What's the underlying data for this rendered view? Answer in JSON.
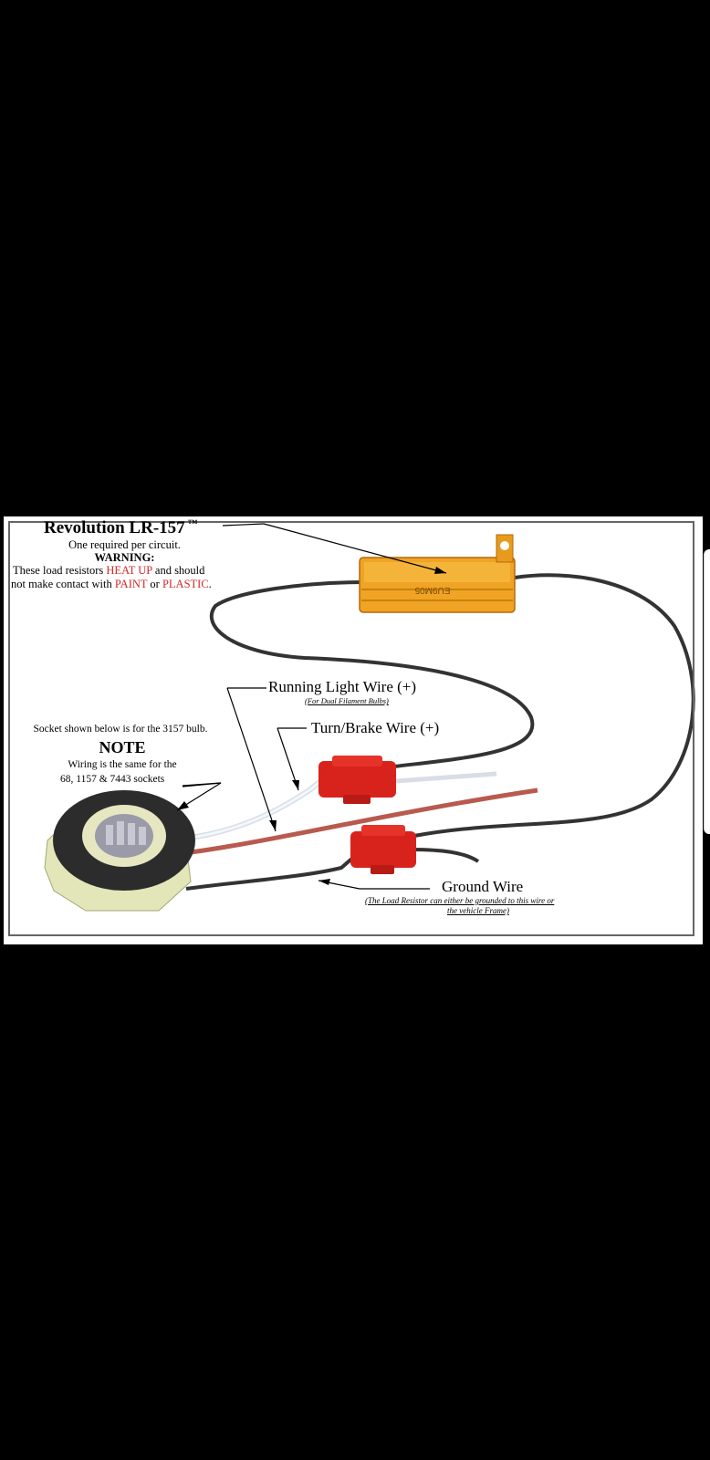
{
  "diagram": {
    "product": {
      "title": "Revolution LR-157",
      "tm": "™",
      "per_circuit": "One required per circuit.",
      "warning_title": "WARNING:",
      "warning_line1_a": "These load resistors ",
      "warning_line1_red": "HEAT UP",
      "warning_line1_b": " and should",
      "warning_line2_a": "not make contact with ",
      "warning_line2_red1": "PAINT",
      "warning_line2_mid": " or ",
      "warning_line2_red2": "PLASTIC",
      "warning_line2_end": "."
    },
    "resistor_marking": "EU9M05",
    "running_light": {
      "label": "Running Light Wire (+)",
      "sub": "(For Dual Filament Bulbs)"
    },
    "turn_brake": {
      "label": "Turn/Brake Wire (+)"
    },
    "socket_note": {
      "intro": "Socket shown below is for the 3157 bulb.",
      "title": "NOTE",
      "line1": "Wiring is the same for the",
      "line2": "68, 1157 & 7443 sockets"
    },
    "ground": {
      "label": "Ground Wire",
      "sub1": "(The Load Resistor can either be grounded to this wire or",
      "sub2": "the vehicle Frame)"
    },
    "colors": {
      "warning_red": "#d22a2a",
      "resistor_gold": "#f0a324",
      "connector_red": "#d8231d",
      "wire_black": "#333333",
      "wire_white": "#e8eef4",
      "wire_brown": "#b85a4e"
    }
  }
}
